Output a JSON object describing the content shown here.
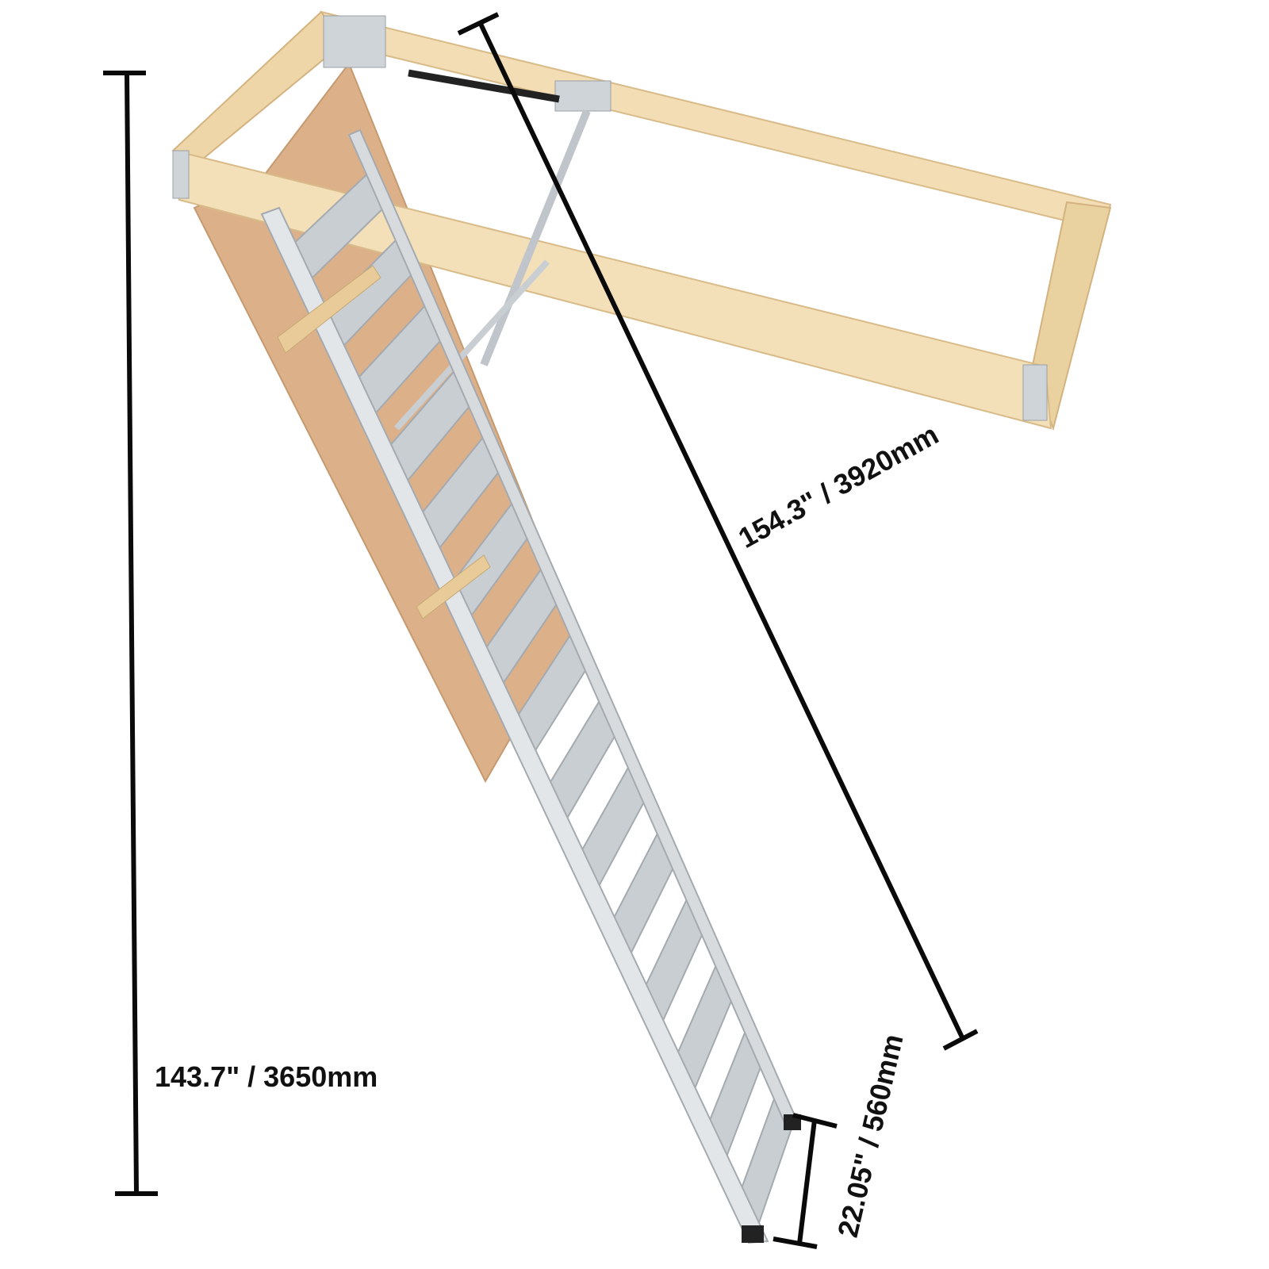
{
  "dimensions": {
    "height_label": "143.7\" / 3650mm",
    "length_label": "154.3\" / 3920mm",
    "width_label": "22.05\" / 560mm"
  },
  "colors": {
    "wood": "#f0d9ad",
    "plywood": "#ddb48c",
    "aluminum": "#d9dde0",
    "line": "#0a0a0a"
  }
}
